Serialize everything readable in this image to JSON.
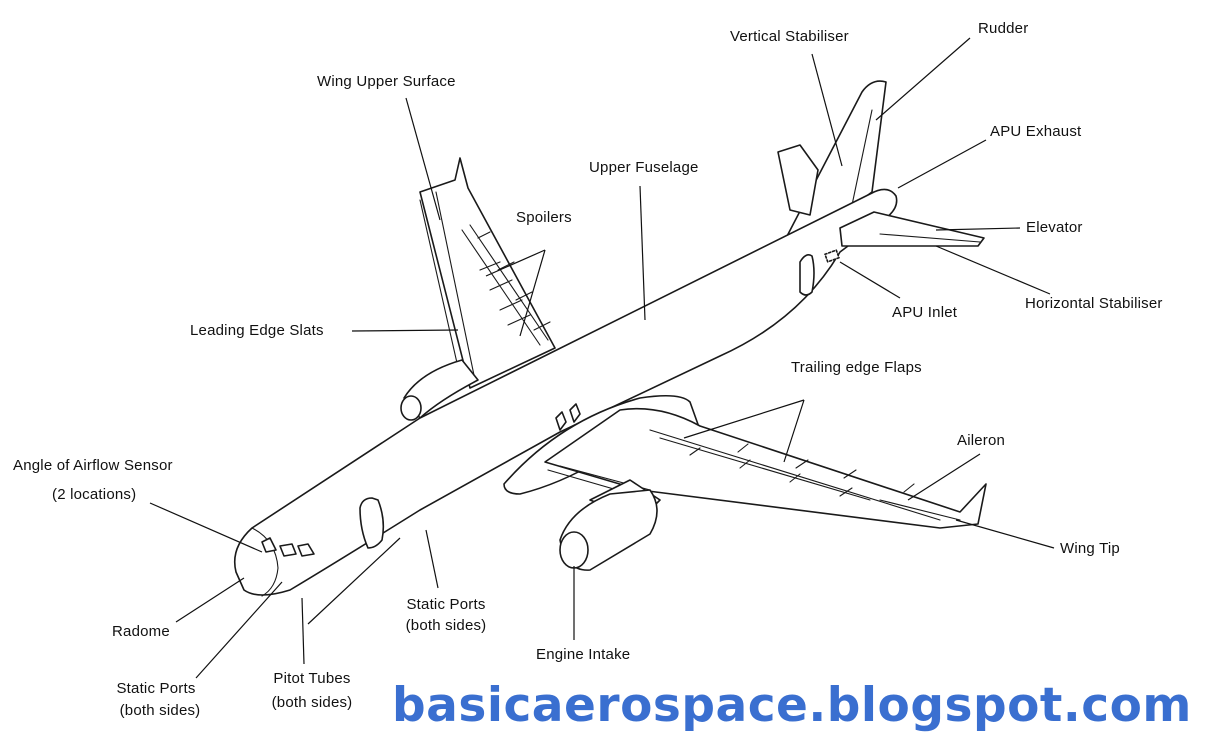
{
  "labels": {
    "vertical_stabiliser": "Vertical Stabiliser",
    "rudder": "Rudder",
    "wing_upper_surface": "Wing Upper Surface",
    "apu_exhaust": "APU Exhaust",
    "upper_fuselage": "Upper Fuselage",
    "spoilers": "Spoilers",
    "elevator": "Elevator",
    "leading_edge_slats": "Leading Edge Slats",
    "apu_inlet": "APU Inlet",
    "horizontal_stabiliser": "Horizontal Stabiliser",
    "trailing_edge_flaps": "Trailing edge Flaps",
    "aileron": "Aileron",
    "angle_of_airflow_sensor": "Angle of Airflow Sensor",
    "angle_of_airflow_sensor_note": "(2 locations)",
    "wing_tip": "Wing Tip",
    "static_ports_mid": "Static Ports",
    "static_ports_mid_note": "(both sides)",
    "engine_intake": "Engine Intake",
    "radome": "Radome",
    "pitot_tubes": "Pitot Tubes",
    "pitot_tubes_note": "(both sides)",
    "static_ports_front": "Static Ports",
    "static_ports_front_note": "(both sides)"
  },
  "watermark": "basicaerospace.blogspot.com",
  "colors": {
    "watermark": "#3a6fd0",
    "line": "#111111"
  }
}
